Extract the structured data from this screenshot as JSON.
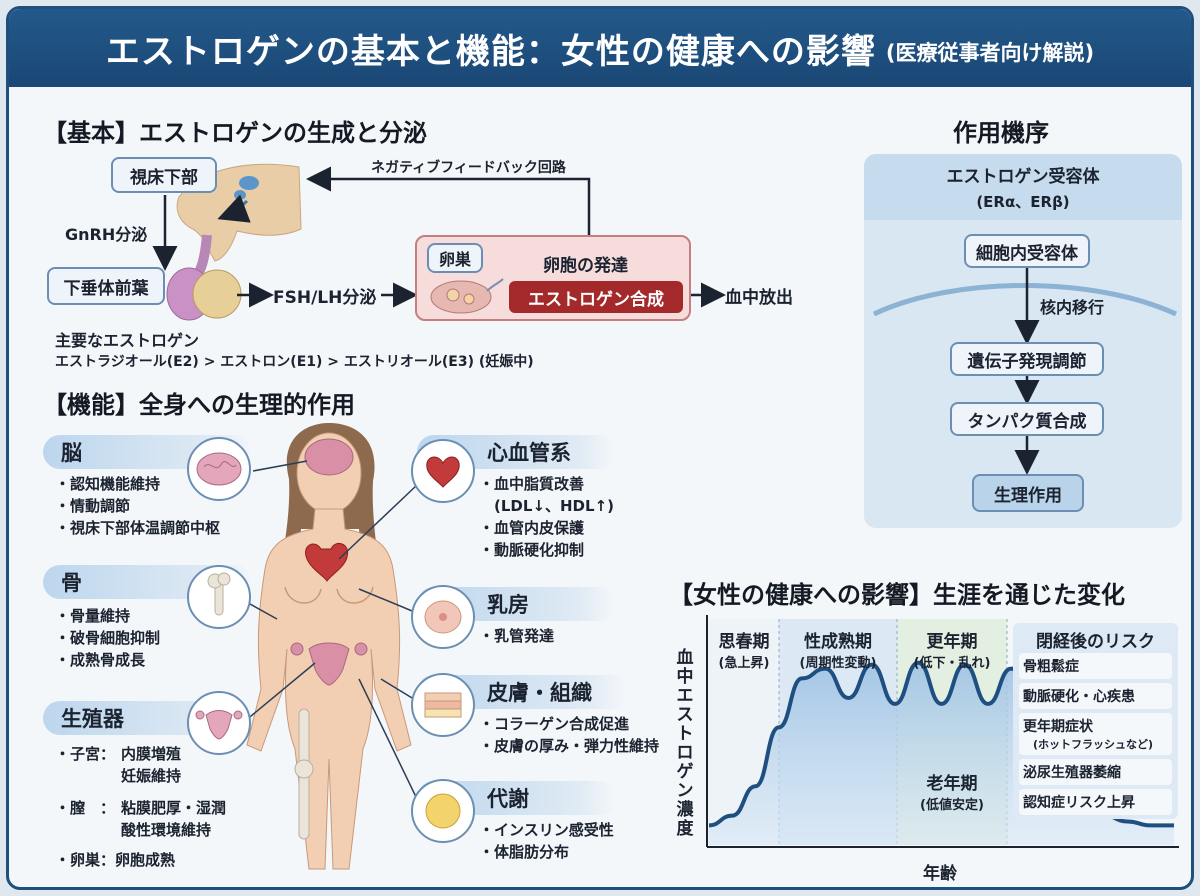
{
  "header": {
    "title": "エストロゲンの基本と機能：女性の健康への影響",
    "subtitle": "(医療従事者向け解説)"
  },
  "basics": {
    "heading": "【基本】エストロゲンの生成と分泌",
    "hypothalamus": "視床下部",
    "gnrh": "GnRH分泌",
    "pituitary": "下垂体前葉",
    "fsh_lh": "FSH/LH分泌",
    "feedback": "ネガティブフィードバック回路",
    "ovary": "卵巣",
    "follicle": "卵胞の発達",
    "synthesis": "エストロゲン合成",
    "release": "血中放出",
    "main_label": "主要なエストロゲン",
    "main_list": "エストラジオール(E2) > エストロン(E1) > エストリオール(E3) (妊娠中)"
  },
  "mechanism": {
    "heading": "作用機序",
    "receptor_title": "エストロゲン受容体",
    "receptor_types": "(ERα、ERβ)",
    "steps": [
      "細胞内受容体",
      "遺伝子発現調節",
      "タンパク質合成",
      "生理作用"
    ],
    "nuclear_label": "核内移行"
  },
  "functions": {
    "heading": "【機能】全身への生理的作用",
    "brain": {
      "name": "脳",
      "items": [
        "認知機能維持",
        "情動調節",
        "視床下部体温調節中枢"
      ]
    },
    "bone": {
      "name": "骨",
      "items": [
        "骨量維持",
        "破骨細胞抑制",
        "成熟骨成長"
      ]
    },
    "repro": {
      "name": "生殖器",
      "uterus_label": "・子宮：",
      "uterus_1": "内膜増殖",
      "uterus_2": "妊娠維持",
      "vagina_label": "・膣　：",
      "vagina_1": "粘膜肥厚・湿潤",
      "vagina_2": "酸性環境維持",
      "ovary_line": "・卵巣：卵胞成熟"
    },
    "cardio": {
      "name": "心血管系",
      "items": [
        "血中脂質改善",
        "(LDL↓、HDL↑)",
        "血管内皮保護",
        "動脈硬化抑制"
      ]
    },
    "breast": {
      "name": "乳房",
      "items": [
        "乳管発達"
      ]
    },
    "skin": {
      "name": "皮膚・組織",
      "items": [
        "コラーゲン合成促進",
        "皮膚の厚み・弾力性維持"
      ]
    },
    "metabolism": {
      "name": "代謝",
      "items": [
        "インスリン感受性",
        "体脂肪分布"
      ]
    }
  },
  "lifespan": {
    "heading": "【女性の健康への影響】生涯を通じた変化",
    "ylabel": "血中エストロゲン濃度",
    "xlabel": "年齢",
    "stages": [
      {
        "name": "思春期",
        "sub": "(急上昇)"
      },
      {
        "name": "性成熟期",
        "sub": "(周期性変動)"
      },
      {
        "name": "更年期",
        "sub": "(低下・乱れ)"
      },
      {
        "name": "老年期",
        "sub": "(低値安定)"
      }
    ],
    "risk_title": "閉経後のリスク",
    "risks": [
      {
        "main": "骨粗鬆症",
        "note": ""
      },
      {
        "main": "動脈硬化・心疾患",
        "note": ""
      },
      {
        "main": "更年期症状",
        "note": "(ホットフラッシュなど)"
      },
      {
        "main": "泌尿生殖器萎縮",
        "note": ""
      },
      {
        "main": "認知症リスク上昇",
        "note": ""
      }
    ]
  },
  "chart_data": {
    "type": "area",
    "xlabel": "年齢",
    "ylabel": "血中エストロゲン濃度",
    "phases": [
      "思春期",
      "性成熟期",
      "更年期",
      "老年期"
    ],
    "x": [
      0,
      1,
      2,
      3,
      4,
      5,
      6,
      7,
      8,
      9,
      10,
      11,
      12,
      13,
      14,
      15,
      16,
      17,
      18,
      19,
      20
    ],
    "series": [
      {
        "values": [
          0.1,
          0.15,
          0.3,
          0.6,
          0.85,
          0.9,
          0.75,
          0.92,
          0.72,
          0.93,
          0.72,
          0.92,
          0.72,
          0.9,
          0.7,
          0.5,
          0.3,
          0.15,
          0.12,
          0.1,
          0.1
        ]
      }
    ]
  },
  "colors": {
    "primary": "#1e4f7d",
    "accent_red": "#a3292b",
    "chart_line": "#1f4f80"
  }
}
